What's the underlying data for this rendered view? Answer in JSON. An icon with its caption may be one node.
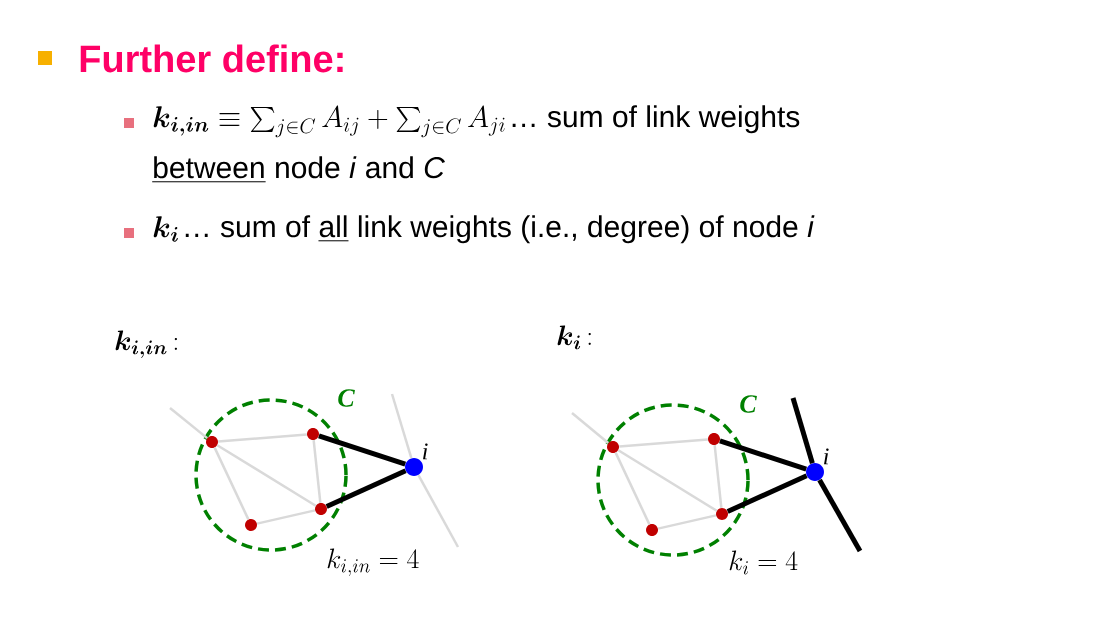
{
  "diagram": {
    "title": "Further define:",
    "nodes": [
      {
        "text": [
          "C"
        ]
      },
      {
        "text": [],
        "shape": "circle",
        "in": 0
      },
      {
        "text": [],
        "shape": "circle",
        "in": 0
      },
      {
        "text": [],
        "shape": "circle",
        "in": 0
      },
      {
        "text": [],
        "shape": "circle",
        "in": 0
      },
      {
        "text": [
          "i"
        ]
      },
      {
        "text": [
          "C"
        ]
      },
      {
        "text": [],
        "shape": "circle",
        "in": 6
      },
      {
        "text": [],
        "shape": "circle",
        "in": 6
      },
      {
        "text": [],
        "shape": "circle",
        "in": 6
      },
      {
        "text": [],
        "shape": "circle",
        "in": 6
      },
      {
        "text": [
          "i"
        ]
      }
    ],
    "edges": [
      {
        "from": 1,
        "to": 3,
        "arrow": "none"
      },
      {
        "from": 1,
        "to": 4,
        "arrow": "none"
      },
      {
        "from": 1,
        "to": 2,
        "arrow": "none"
      },
      {
        "from": 3,
        "to": 4,
        "arrow": "none"
      },
      {
        "from": 2,
        "to": 4,
        "arrow": "none"
      },
      {
        "from": null,
        "to": 1,
        "arrow": "none"
      },
      {
        "from": 3,
        "to": 5,
        "arrow": "none",
        "style": "thick",
        "color": "#000000"
      },
      {
        "from": 4,
        "to": 5,
        "arrow": "none",
        "style": "thick",
        "color": "#000000"
      },
      {
        "from": null,
        "to": 5,
        "arrow": "none"
      },
      {
        "from": 5,
        "to": null,
        "arrow": "none"
      },
      {
        "from": 7,
        "to": 9,
        "arrow": "none"
      },
      {
        "from": 7,
        "to": 10,
        "arrow": "none"
      },
      {
        "from": 7,
        "to": 8,
        "arrow": "none"
      },
      {
        "from": 9,
        "to": 10,
        "arrow": "none"
      },
      {
        "from": 8,
        "to": 10,
        "arrow": "none"
      },
      {
        "from": null,
        "to": 7,
        "arrow": "none"
      },
      {
        "from": 9,
        "to": 11,
        "arrow": "none",
        "style": "thick",
        "color": "#000000"
      },
      {
        "from": 10,
        "to": 11,
        "arrow": "none",
        "style": "thick",
        "color": "#000000"
      },
      {
        "from": 11,
        "to": null,
        "arrow": "none",
        "style": "thick",
        "color": "#000000"
      },
      {
        "from": 11,
        "to": null,
        "arrow": "none",
        "style": "thick",
        "color": "#000000"
      }
    ],
    "labels": [
      "\\boldsymbol{k_{i,in}} \\equiv \\textstyle\\sum_{j\\in C} A_{ij} + \\sum_{j\\in C} A_{ji}",
      "… sum of link weights",
      "between",
      "node *i* and *C*",
      "\\boldsymbol{k_i}",
      "… sum of",
      "all",
      "link weights (i.e., degree) of node *i*",
      "\\boldsymbol{k_{i,in}}\\,\\mathbf{:}",
      "\\boldsymbol{k_i}\\,\\mathbf{:}",
      "k_{i,in} = 4",
      "k_i = 4"
    ]
  }
}
